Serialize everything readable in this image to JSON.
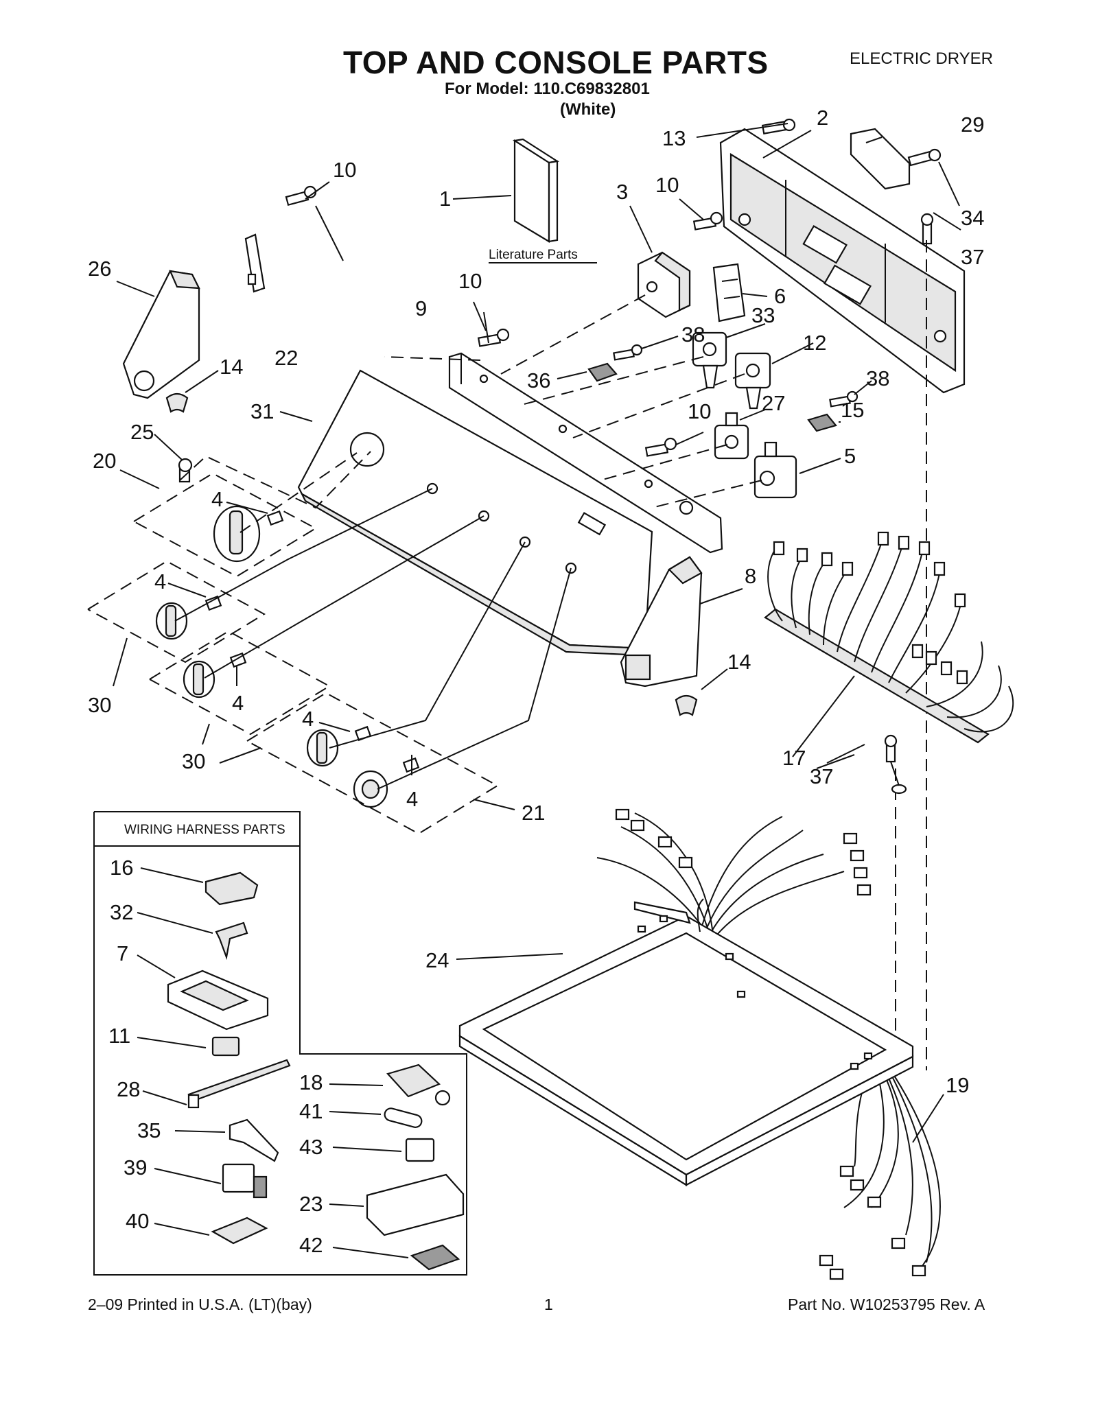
{
  "header": {
    "title": "TOP AND CONSOLE PARTS",
    "model_line": "For Model: 110.C69832801",
    "color_line": "(White)",
    "product_type": "ELECTRIC DRYER"
  },
  "section_labels": {
    "literature": "Literature Parts",
    "wiring_box_title": "WIRING HARNESS PARTS"
  },
  "callouts": {
    "c1": "1",
    "c2": "2",
    "c3": "3",
    "c4": "4",
    "c5": "5",
    "c6": "6",
    "c7": "7",
    "c8": "8",
    "c9": "9",
    "c10": "10",
    "c11": "11",
    "c12": "12",
    "c13": "13",
    "c14": "14",
    "c15": "15",
    "c16": "16",
    "c17": "17",
    "c18": "18",
    "c19": "19",
    "c20": "20",
    "c21": "21",
    "c22": "22",
    "c23": "23",
    "c24": "24",
    "c25": "25",
    "c26": "26",
    "c27": "27",
    "c28": "28",
    "c29": "29",
    "c30": "30",
    "c31": "31",
    "c32": "32",
    "c33": "33",
    "c34": "34",
    "c35": "35",
    "c36": "36",
    "c37": "37",
    "c38": "38",
    "c39": "39",
    "c40": "40",
    "c41": "41",
    "c42": "42",
    "c43": "43"
  },
  "footer": {
    "left": "2–09 Printed in U.S.A. (LT)(bay)",
    "page": "1",
    "part_no": "Part No. W10253795 Rev. A"
  }
}
